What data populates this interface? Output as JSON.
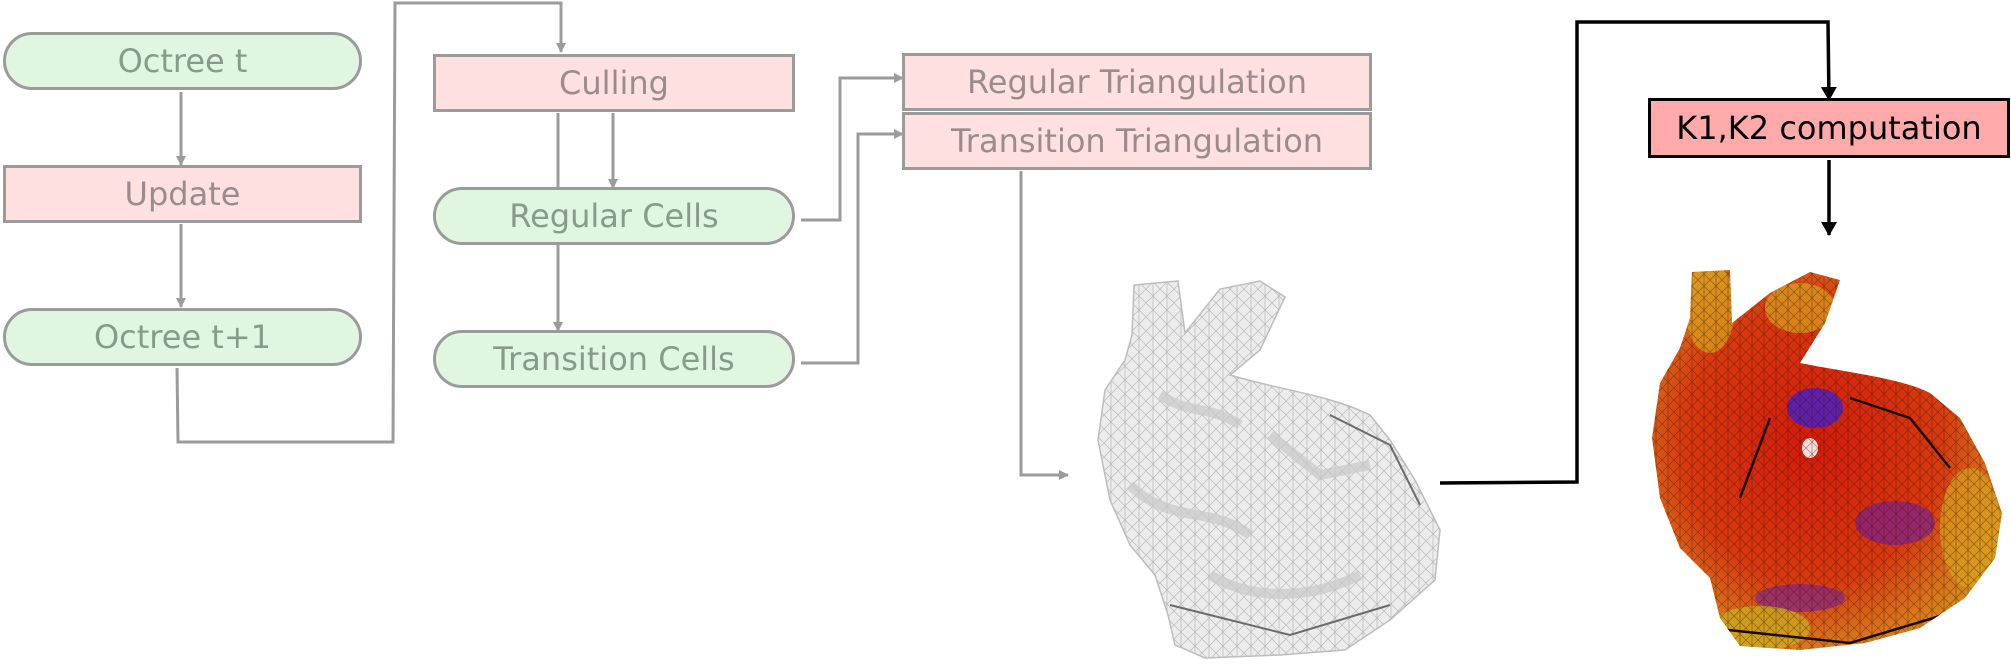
{
  "nodes": {
    "octree_t": "Octree t",
    "update": "Update",
    "octree_t1": "Octree t+1",
    "culling": "Culling",
    "regular_cells": "Regular Cells",
    "transition_cells": "Transition Cells",
    "regular_triangulation": "Regular Triangulation",
    "transition_triangulation": "Transition Triangulation",
    "k1k2": "K1,K2 computation"
  },
  "colors": {
    "gray_line": "#9b9b9b",
    "green_fill": "#e0f6e0",
    "pink_fill": "#ffe0e0",
    "active_fill": "#ffaaaa",
    "active_line": "#000000"
  },
  "images": {
    "gray_mesh": "gray-bunny-mesh",
    "curvature_mesh": "curvature-colored-bunny-mesh"
  }
}
